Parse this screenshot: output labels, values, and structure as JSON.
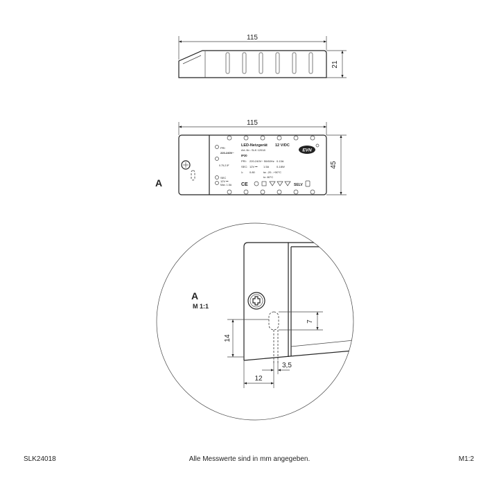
{
  "top_view": {
    "width_label": "115",
    "height_label": "21"
  },
  "front_view": {
    "width_label": "115",
    "height_label": "45",
    "view_letter": "A",
    "label": {
      "pri": "PRI",
      "pri_voltage": "220-240V~",
      "size": "0.75-2.5²",
      "sec": "SEC",
      "sec_voltage": "12V ⎓",
      "sec_max": "Max. 1.5A",
      "title": "LED-Netzgerät",
      "title_voltage": "12 V/DC",
      "art_nr": "Art.-Nr.: SLK 12018",
      "ip": "IP20",
      "pri_row_key": "PRI:",
      "pri_row_val": "220-240V~ 50/60Hz",
      "pri_row_amp": "0.13A",
      "sec_row_key": "SEC:",
      "sec_row_val": "12V ⎓",
      "sec_row_amp": "1.5A",
      "sec_row_w": "0-18W",
      "lambda": "λ:",
      "lambda_val": "0.80",
      "ta": "ta: -20...+50°C",
      "tc": "tc: 80°C",
      "selv": "SELV",
      "brand": "EVN"
    }
  },
  "detail": {
    "letter": "A",
    "scale": "M 1:1",
    "dim_7": "7",
    "dim_14": "14",
    "dim_3_5": "3,5",
    "dim_12": "12"
  },
  "footer": {
    "left": "SLK24018",
    "center": "Alle Messwerte sind in mm angegeben.",
    "right": "M1:2"
  }
}
